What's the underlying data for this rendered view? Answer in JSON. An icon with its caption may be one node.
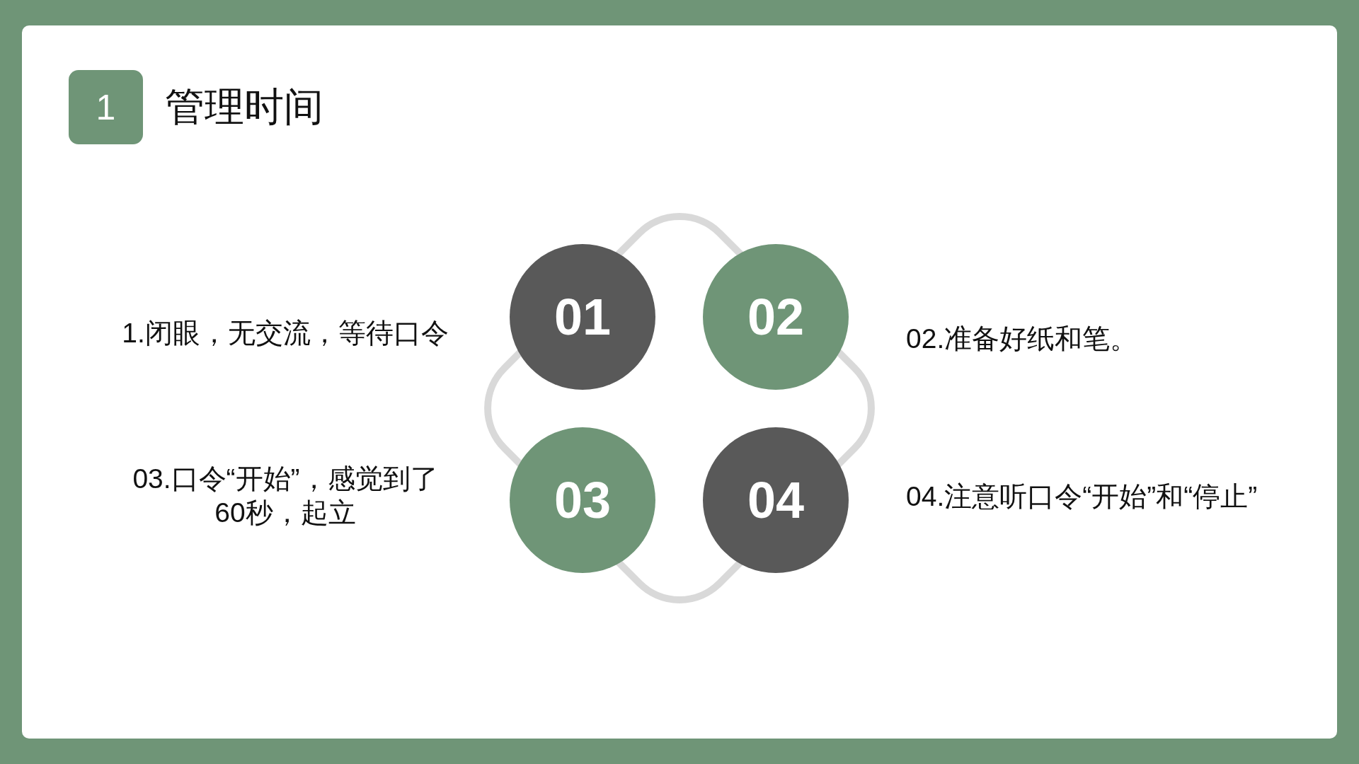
{
  "diagram": {
    "title": "管理时间",
    "nodes": [
      {
        "text": [
          "1"
        ]
      },
      {
        "text": [
          "01"
        ],
        "beside": [
          "1.闭眼，无交流，等待口令"
        ]
      },
      {
        "text": [
          "02"
        ],
        "beside": [
          "02.准备好纸和笔。"
        ]
      },
      {
        "text": [
          "03"
        ],
        "beside": [
          "03.口令“开始”，感觉到了60秒，起立"
        ]
      },
      {
        "text": [
          "04"
        ],
        "beside": [
          "04.注意听口令“开始”和“停止”"
        ]
      }
    ]
  }
}
